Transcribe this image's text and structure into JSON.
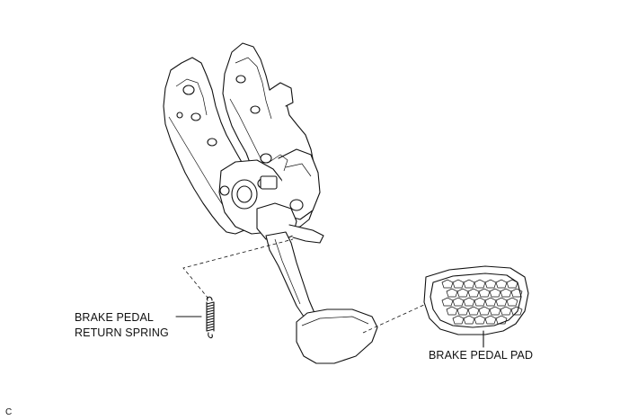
{
  "labels": {
    "return_spring_line1": "BRAKE PEDAL",
    "return_spring_line2": "RETURN SPRING",
    "pedal_pad": "BRAKE PEDAL PAD",
    "figure_code": "C"
  },
  "icons": [
    "brake-pedal-bracket-assembly",
    "brake-pedal-lever",
    "brake-pedal-return-spring",
    "brake-pedal-pad"
  ]
}
